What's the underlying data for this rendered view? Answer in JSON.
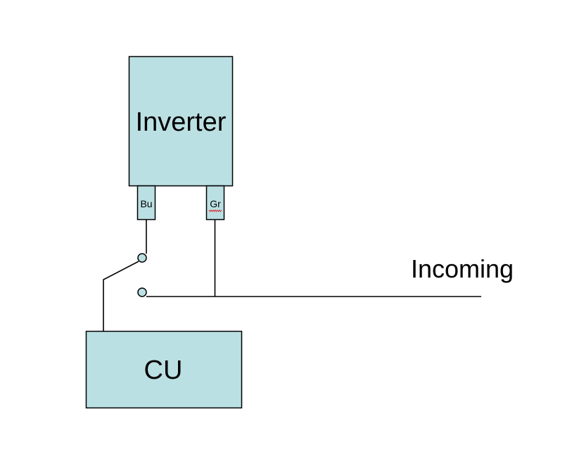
{
  "diagram": {
    "nodes": {
      "inverter": {
        "label": "Inverter"
      },
      "cu": {
        "label": "CU"
      },
      "terminal_bu": {
        "label": "Bu"
      },
      "terminal_gr": {
        "label": "Gr",
        "spellcheck_underline": true
      }
    },
    "labels": {
      "incoming": "Incoming"
    },
    "colors": {
      "box_fill": "#bbe0e3",
      "stroke": "#000000"
    },
    "edges": [
      {
        "from": "inverter.Bu",
        "to": "switch.upper_contact"
      },
      {
        "from": "switch.upper_contact",
        "to": "cu",
        "description": "switch blade"
      },
      {
        "from": "inverter.Gr",
        "to": "incoming"
      },
      {
        "from": "switch.lower_contact",
        "to": "incoming"
      }
    ]
  }
}
